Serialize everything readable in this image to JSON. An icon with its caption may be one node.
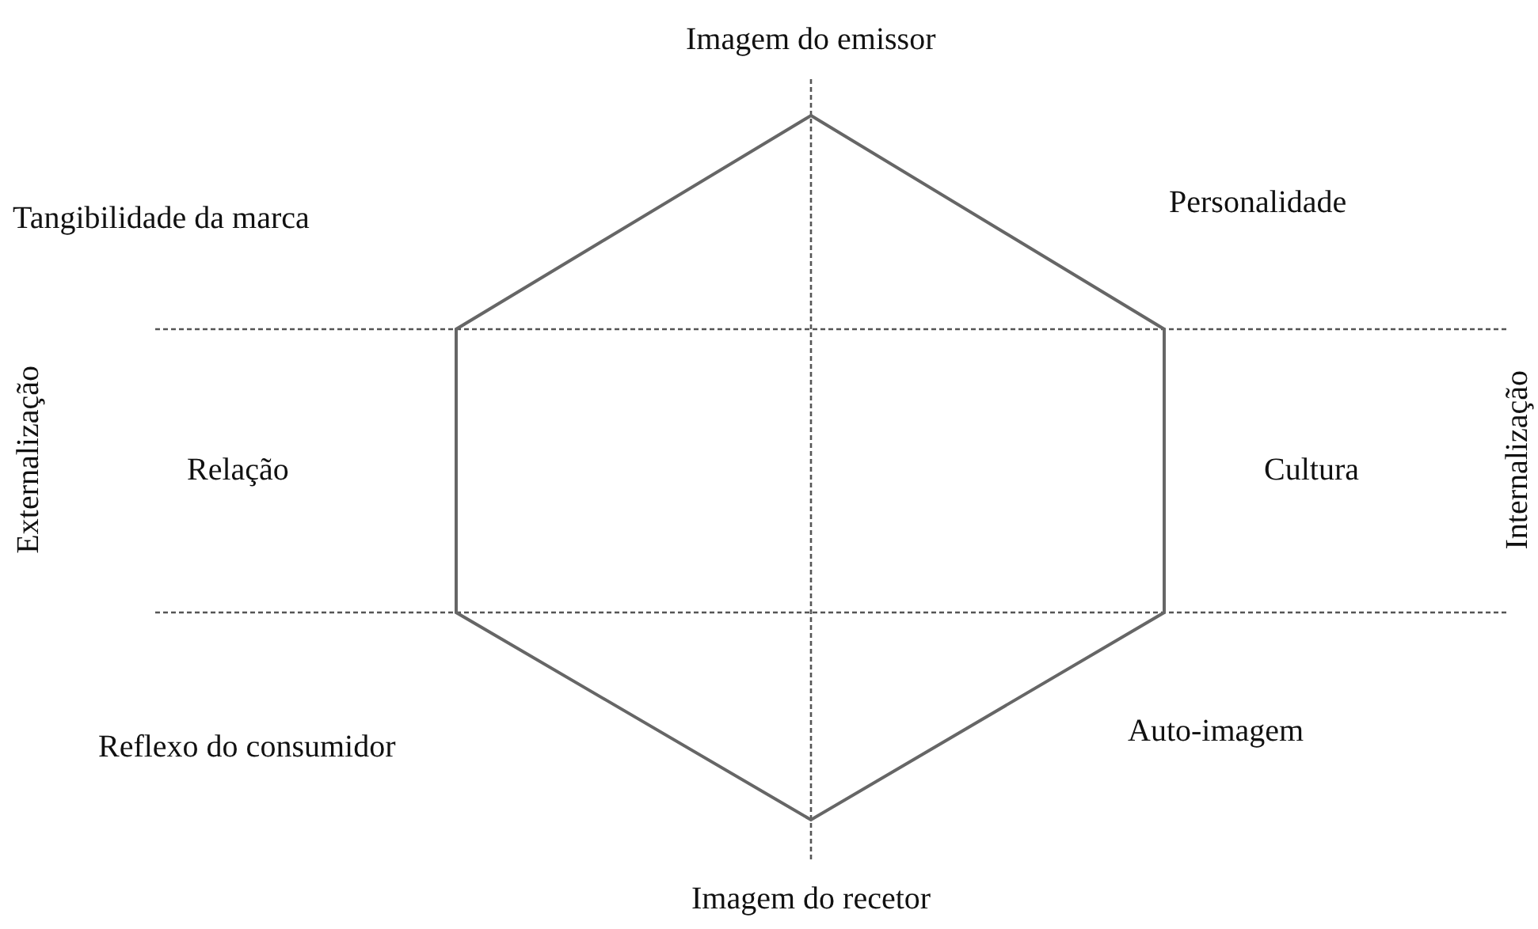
{
  "diagram": {
    "labels": [
      "Imagem do emissor",
      "Tangibilidade da marca",
      "Personalidade",
      "Externalização",
      "Relação",
      "Cultura",
      "Internalização",
      "Reflexo do consumidor",
      "Auto-imagem",
      "Imagem do recetor"
    ]
  }
}
